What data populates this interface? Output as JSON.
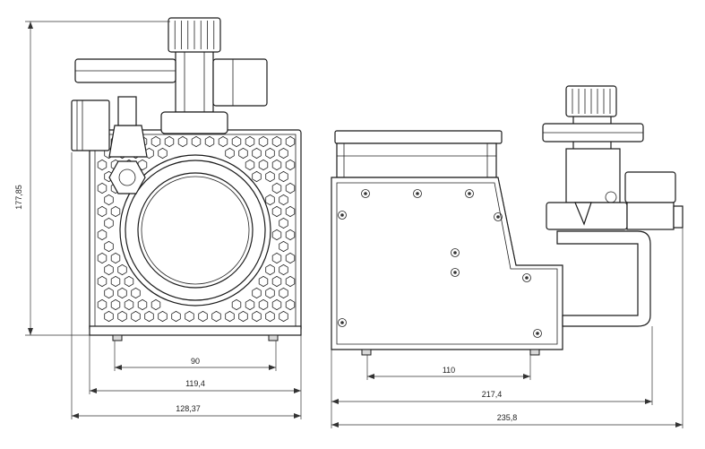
{
  "drawing": {
    "front_view": {
      "dimensions": {
        "height": "177,85",
        "foot_spacing": "90",
        "body_width": "119,4",
        "overall_width": "128,37"
      }
    },
    "side_view": {
      "dimensions": {
        "foot_spacing": "110",
        "body_length": "217,4",
        "overall_length": "235,8"
      }
    }
  }
}
